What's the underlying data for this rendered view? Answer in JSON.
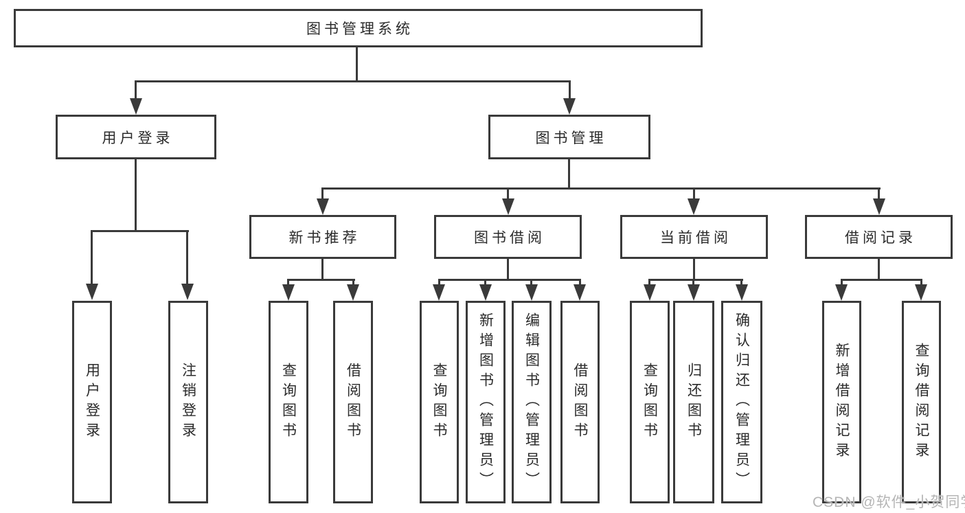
{
  "diagram": {
    "root": {
      "label": "图书管理系统"
    },
    "user": {
      "label": "用户登录",
      "children": [
        {
          "label": "用户登录"
        },
        {
          "label": "注销登录"
        }
      ]
    },
    "mgmt": {
      "label": "图书管理",
      "children": [
        {
          "label": "新书推荐",
          "children": [
            {
              "label": "查询图书"
            },
            {
              "label": "借阅图书"
            }
          ]
        },
        {
          "label": "图书借阅",
          "children": [
            {
              "label": "查询图书"
            },
            {
              "label": "新增图书（管理员）"
            },
            {
              "label": "编辑图书（管理员）"
            },
            {
              "label": "借阅图书"
            }
          ]
        },
        {
          "label": "当前借阅",
          "children": [
            {
              "label": "查询图书"
            },
            {
              "label": "归还图书"
            },
            {
              "label": "确认归还（管理员）"
            }
          ]
        },
        {
          "label": "借阅记录",
          "children": [
            {
              "label": "新增借阅记录"
            },
            {
              "label": "查询借阅记录"
            }
          ]
        }
      ]
    }
  },
  "watermark": {
    "text": "CSDN @软件_小贺同学"
  },
  "colors": {
    "line": "#3a3a3a",
    "text": "#2b2b2b",
    "watermark": "#b5b5b5",
    "background": "#ffffff"
  }
}
